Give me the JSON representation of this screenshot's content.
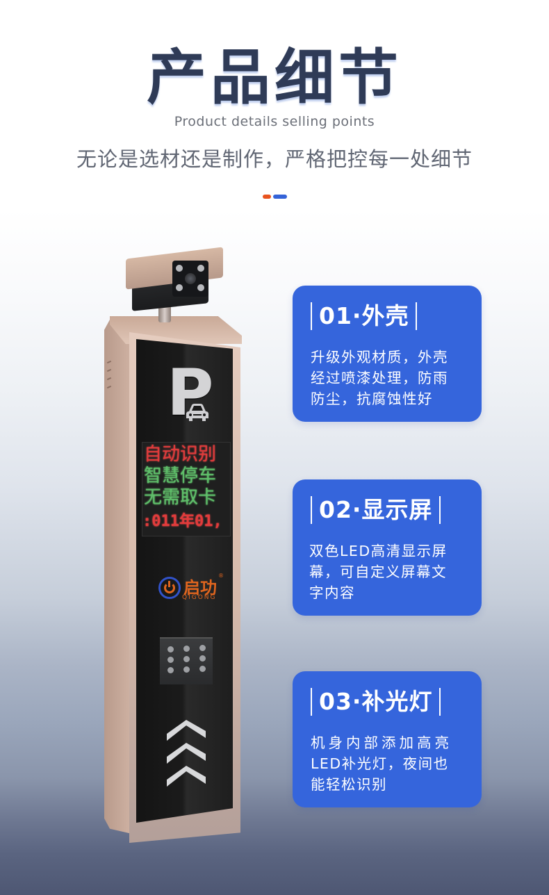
{
  "header": {
    "title": "产品细节",
    "subtitle": "Product details selling points",
    "tagline": "无论是选材还是制作，严格把控每一处细节",
    "accent_colors": {
      "orange": "#e8531e",
      "blue": "#3463d8"
    }
  },
  "features": [
    {
      "title": "01·外壳",
      "lines": [
        "升级外观材质，外壳",
        "经过喷漆处理，防雨",
        "防尘，抗腐蚀性好"
      ]
    },
    {
      "title": "02·显示屏",
      "lines": [
        "双色LED高清显示屏",
        "幕，可自定义屏幕文",
        "字内容"
      ]
    },
    {
      "title": "03·补光灯",
      "lines": [
        "机身内部添加高亮",
        "LED补光灯，夜间也",
        "能轻松识别"
      ]
    }
  ],
  "card_color": "#3565dc",
  "device": {
    "parking_letter": "P",
    "led_lines": [
      {
        "text": "自动识别",
        "color": "red"
      },
      {
        "text": "智慧停车",
        "color": "green"
      },
      {
        "text": "无需取卡",
        "color": "green"
      },
      {
        "text": ":011年01,",
        "color": "red"
      }
    ],
    "logo": {
      "cn": "启功",
      "en": "QIGONG",
      "reg": "®"
    }
  }
}
